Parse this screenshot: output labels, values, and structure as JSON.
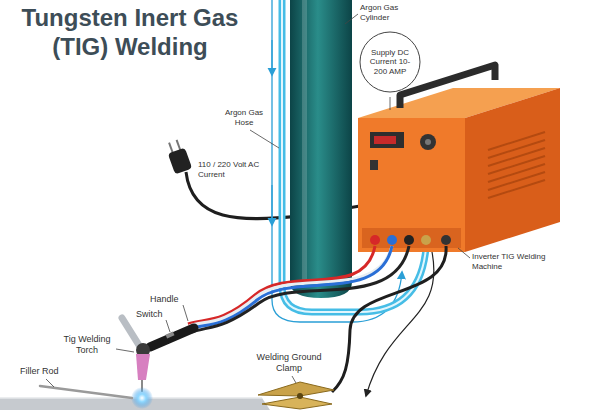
{
  "diagram": {
    "title": "Tungsten Inert Gas (TIG) Welding",
    "nodes": [
      {
        "text": [
          "Supply DC Current 10-200 AMP"
        ]
      }
    ],
    "labels": [
      "Argon Gas Cylinder",
      "Argon Gas Hose",
      "110 / 220 Volt AC Current",
      "Inverter TIG Welding Machine",
      "Handle",
      "Switch",
      "Tig Welding Torch",
      "Filler Rod",
      "Welding Ground Clamp"
    ]
  }
}
